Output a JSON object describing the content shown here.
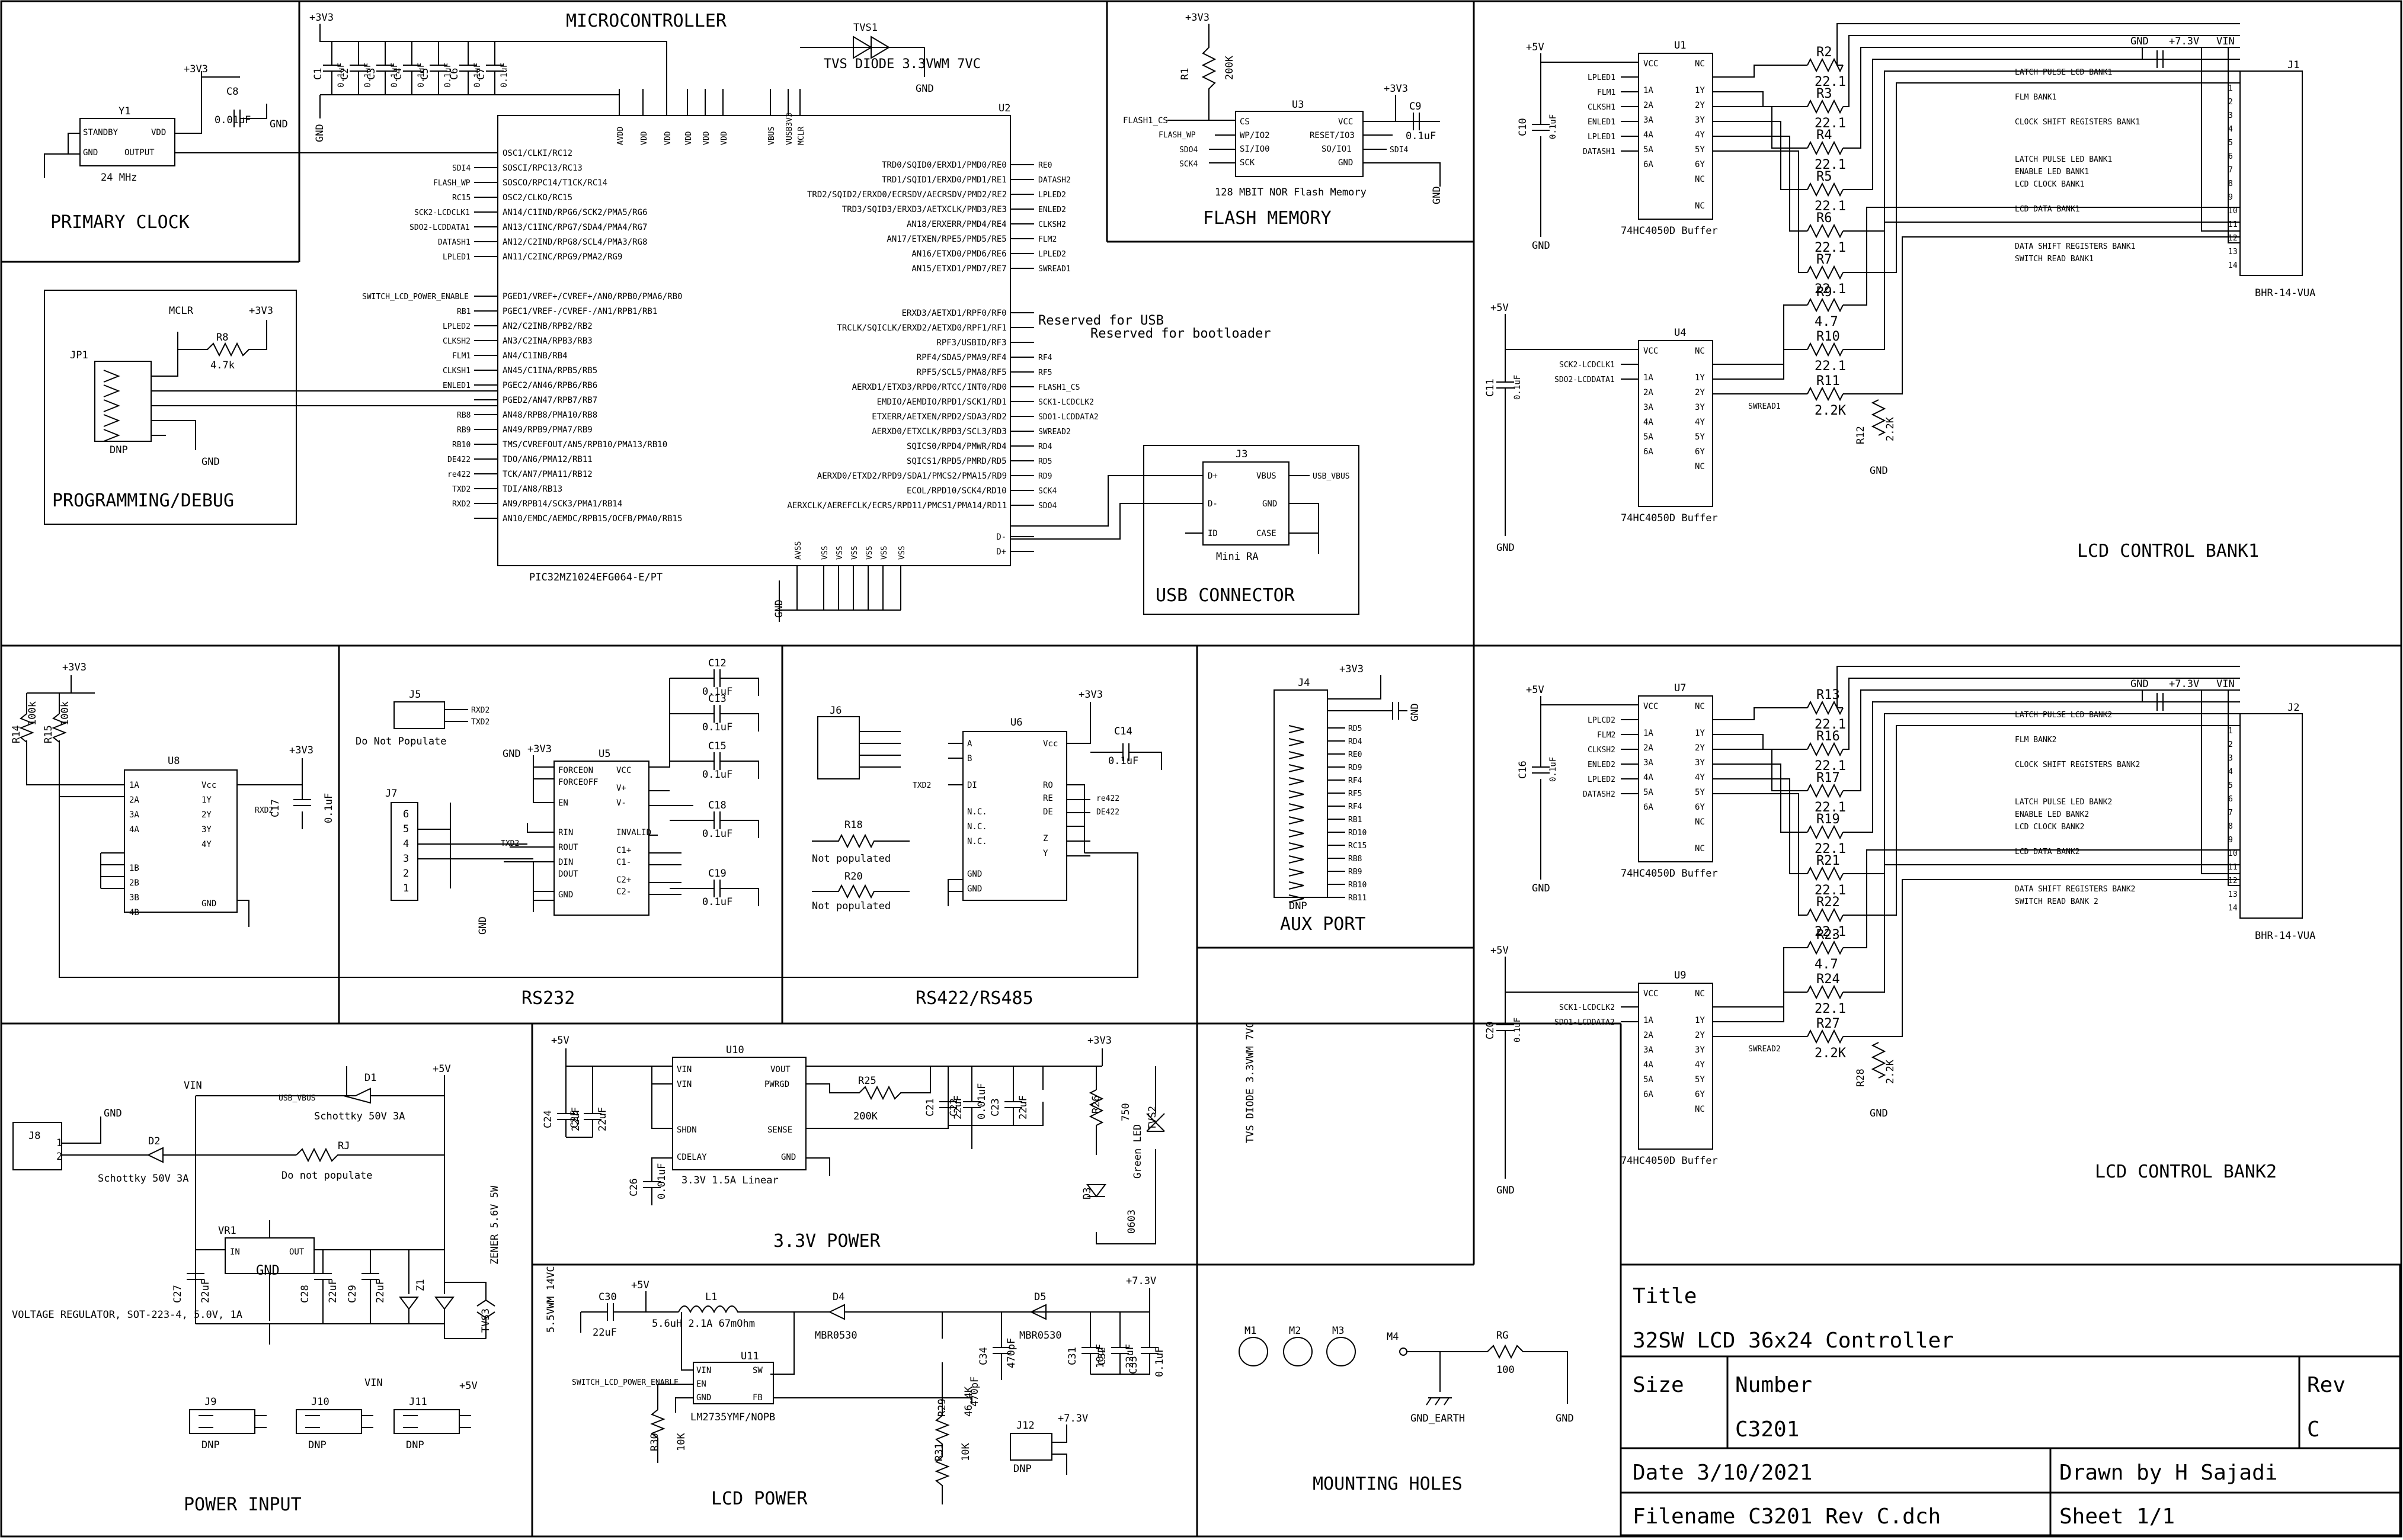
{
  "sections": {
    "primary_clock": "PRIMARY CLOCK",
    "microcontroller": "MICROCONTROLLER",
    "flash_memory": "FLASH MEMORY",
    "programming": "PROGRAMMING/DEBUG",
    "usb_connector": "USB CONNECTOR",
    "lcd_bank1": "LCD CONTROL BANK1",
    "lcd_bank2": "LCD CONTROL BANK2",
    "rs232": "RS232",
    "rs422": "RS422/RS485",
    "aux_port": "AUX PORT",
    "power_input": "POWER INPUT",
    "power_33": "3.3V POWER",
    "lcd_power": "LCD POWER",
    "mounting": "MOUNTING HOLES"
  },
  "clock": {
    "ref": "Y1",
    "pins": [
      "STANDBY",
      "GND",
      "VDD",
      "OUTPUT"
    ],
    "freq": "24 MHz",
    "cap": "C8",
    "cap_val": "0.01uF",
    "rail": "+3V3",
    "gnd": "GND"
  },
  "mcu": {
    "ref": "U2",
    "part": "PIC32MZ1024EFG064-E/PT",
    "rail": "+3V3",
    "caps": [
      "C1",
      "C2",
      "C3",
      "C4",
      "C5",
      "C6",
      "C7"
    ],
    "cap_val": "0.1uF",
    "top_pins": [
      "AVDD",
      "VDD",
      "VDD",
      "VDD",
      "VDD",
      "VDD",
      "VBUS",
      "VUSB3V3",
      "MCLR"
    ],
    "left_pins": [
      "OSC1/CLKI/RC12",
      "SOSCI/RPC13/RC13",
      "SOSCO/RPC14/T1CK/RC14",
      "OSC2/CLKO/RC15",
      "AN14/C1IND/RPG6/SCK2/PMA5/RG6",
      "AN13/C1INC/RPG7/SDA4/PMA4/RG7",
      "AN12/C2IND/RPG8/SCL4/PMA3/RG8",
      "AN11/C2INC/RPG9/PMA2/RG9",
      "PGED1/VREF+/CVREF+/AN0/RPB0/PMA6/RB0",
      "PGEC1/VREF-/CVREF-/AN1/RPB1/RB1",
      "AN2/C2INB/RPB2/RB2",
      "AN3/C2INA/RPB3/RB3",
      "AN4/C1INB/RB4",
      "AN45/C1INA/RPB5/RB5",
      "PGEC2/AN46/RPB6/RB6",
      "PGED2/AN47/RPB7/RB7",
      "AN48/RPB8/PMA10/RB8",
      "AN49/RPB9/PMA7/RB9",
      "TMS/CVREFOUT/AN5/RPB10/PMA13/RB10",
      "TDO/AN6/PMA12/RB11",
      "TCK/AN7/PMA11/RB12",
      "TDI/AN8/RB13",
      "AN9/RPB14/SCK3/PMA1/RB14",
      "AN10/EMDC/AEMDC/RPB15/OCFB/PMA0/RB15"
    ],
    "left_nets": [
      "",
      "SDI4",
      "FLASH_WP",
      "RC15",
      "SCK2-LCDCLK1",
      "SDO2-LCDDATA1",
      "DATASH1",
      "LPLED1",
      "SWITCH_LCD_POWER_ENABLE",
      "RB1",
      "LPLED2",
      "CLKSH2",
      "FLM1",
      "CLKSH1",
      "ENLED1",
      "",
      "RB8",
      "RB9",
      "RB10",
      "DE422",
      "re422",
      "TXD2",
      "RXD2",
      ""
    ],
    "right_pins": [
      "TRD0/SQID0/ERXD1/PMD0/RE0",
      "TRD1/SQID1/ERXD0/PMD1/RE1",
      "TRD2/SQID2/ERXD0/ECRSDV/AECRSDV/PMD2/RE2",
      "TRD3/SQID3/ERXD3/AETXCLK/PMD3/RE3",
      "AN18/ERXERR/PMD4/RE4",
      "AN17/ETXEN/RPE5/PMD5/RE5",
      "AN16/ETXD0/PMD6/RE6",
      "AN15/ETXD1/PMD7/RE7",
      "ERXD3/AETXD1/RPF0/RF0",
      "TRCLK/SQICLK/ERXD2/AETXD0/RPF1/RF1",
      "RPF3/USBID/RF3",
      "RPF4/SDA5/PMA9/RF4",
      "RPF5/SCL5/PMA8/RF5",
      "AERXD1/ETXD3/RPD0/RTCC/INT0/RD0",
      "EMDIO/AEMDIO/RPD1/SCK1/RD1",
      "ETXERR/AETXEN/RPD2/SDA3/RD2",
      "AERXD0/ETXCLK/RPD3/SCL3/RD3",
      "SQICS0/RPD4/PMWR/RD4",
      "SQICS1/RPD5/PMRD/RD5",
      "AERXD0/ETXD2/RPD9/SDA1/PMCS2/PMA15/RD9",
      "ECOL/RPD10/SCK4/RD10",
      "AERXCLK/AEREFCLK/ECRS/RPD11/PMCS1/PMA14/RD11",
      "D-",
      "D+"
    ],
    "right_nets": [
      "RE0",
      "DATASH2",
      "LPLED2",
      "ENLED2",
      "CLKSH2",
      "FLM2",
      "LPLED2",
      "SWREAD1",
      "",
      "",
      "",
      "RF4",
      "RF5",
      "FLASH1_CS",
      "SCK1-LCDCLK2",
      "SDO1-LCDDATA2",
      "SWREAD2",
      "RD4",
      "RD5",
      "RD9",
      "SCK4",
      "SDO4",
      "",
      ""
    ],
    "bottom_pins": [
      "AVSS",
      "VSS",
      "VSS",
      "VSS",
      "VSS",
      "VSS",
      "VSS"
    ],
    "notes": [
      "Reserved for USB",
      "Reserved for bootloader"
    ],
    "tvs": "TVS1",
    "tvs_val": "TVS DIODE 3.3VWM 7VC",
    "gnd": "GND"
  },
  "flash": {
    "ref": "U3",
    "part": "128 MBIT NOR Flash Memory",
    "pins": [
      "CS",
      "WP/IO2",
      "SI/IO0",
      "SCK",
      "VCC",
      "RESET/IO3",
      "SO/IO1",
      "GND"
    ],
    "nets": [
      "FLASH1_CS",
      "FLASH_WP",
      "SDO4",
      "SCK4",
      "SDI4"
    ],
    "r": "R1",
    "r_val": "200K",
    "cap": "C9",
    "cap_val": "0.1uF",
    "rail": "+3V3",
    "gnd": "GND"
  },
  "prog": {
    "ref": "JP1",
    "val": "DNP",
    "r": "R8",
    "r_val": "4.7k",
    "mclr": "MCLR",
    "rail": "+3V3",
    "gnd": "GND"
  },
  "usb": {
    "ref": "J3",
    "part": "Mini RA",
    "pins": [
      "D+",
      "VBUS",
      "D-",
      "GND",
      "ID",
      "CASE"
    ],
    "net": "USB_VBUS"
  },
  "bank1": {
    "rail5": "+5V",
    "rail33": "+7.3V",
    "vin": "VIN",
    "gnd": "GND",
    "u1": {
      "ref": "U1",
      "part": "74HC4050D Buffer",
      "cap": "C10",
      "cap_val": "0.1uF",
      "inputs": [
        "LPLED1",
        "FLM1",
        "CLKSH1",
        "ENLED1",
        "LPLED1",
        "DATASH1"
      ]
    },
    "u4": {
      "ref": "U4",
      "part": "74HC4050D Buffer",
      "cap": "C11",
      "cap_val": "0.1uF",
      "inputs": [
        "SCK2-LCDCLK1",
        "SDO2-LCDDATA1"
      ],
      "swread": "SWREAD1"
    },
    "resistors": [
      {
        "ref": "R2",
        "val": "22.1"
      },
      {
        "ref": "R3",
        "val": "22.1"
      },
      {
        "ref": "R4",
        "val": "22.1"
      },
      {
        "ref": "R5",
        "val": "22.1"
      },
      {
        "ref": "R6",
        "val": "22.1"
      },
      {
        "ref": "R7",
        "val": "22.1"
      },
      {
        "ref": "R9",
        "val": "4.7"
      },
      {
        "ref": "R10",
        "val": "22.1"
      },
      {
        "ref": "R11",
        "val": "2.2K"
      },
      {
        "ref": "R12",
        "val": "2.2K"
      }
    ],
    "conn": {
      "ref": "J1",
      "part": "BHR-14-VUA"
    },
    "signals": [
      "LATCH PULSE LCD BANK1",
      "FLM BANK1",
      "CLOCK SHIFT REGISTERS BANK1",
      "LATCH PULSE LED BANK1",
      "ENABLE LED BANK1",
      "LCD CLOCK BANK1",
      "LCD DATA BANK1",
      "DATA SHIFT REGISTERS BANK1",
      "SWITCH READ BANK1"
    ]
  },
  "bank2": {
    "rail5": "+5V",
    "rail33": "+7.3V",
    "vin": "VIN",
    "gnd": "GND",
    "u7": {
      "ref": "U7",
      "part": "74HC4050D Buffer",
      "cap": "C16",
      "cap_val": "0.1uF",
      "inputs": [
        "LPLCD2",
        "FLM2",
        "CLKSH2",
        "ENLED2",
        "LPLED2",
        "DATASH2"
      ]
    },
    "u9": {
      "ref": "U9",
      "part": "74HC4050D Buffer",
      "cap": "C20",
      "cap_val": "0.1uF",
      "inputs": [
        "SCK1-LCDCLK2",
        "SDO1-LCDDATA2"
      ],
      "swread": "SWREAD2"
    },
    "resistors": [
      {
        "ref": "R13",
        "val": "22.1"
      },
      {
        "ref": "R16",
        "val": "22.1"
      },
      {
        "ref": "R17",
        "val": "22.1"
      },
      {
        "ref": "R19",
        "val": "22.1"
      },
      {
        "ref": "R21",
        "val": "22.1"
      },
      {
        "ref": "R22",
        "val": "22.1"
      },
      {
        "ref": "R23",
        "val": "4.7"
      },
      {
        "ref": "R24",
        "val": "22.1"
      },
      {
        "ref": "R27",
        "val": "2.2K"
      },
      {
        "ref": "R28",
        "val": "2.2K"
      }
    ],
    "conn": {
      "ref": "J2",
      "part": "BHR-14-VUA"
    },
    "signals": [
      "LATCH PULSE LCD BANK2",
      "FLM BANK2",
      "CLOCK SHIFT REGISTERS BANK2",
      "LATCH PULSE LED BANK2",
      "ENABLE LED BANK2",
      "LCD CLOCK BANK2",
      "LCD DATA BANK2",
      "DATA SHIFT REGISTERS BANK2",
      "SWITCH READ BANK 2"
    ]
  },
  "u8": {
    "ref": "U8",
    "pins_l": [
      "1A",
      "2A",
      "3A",
      "4A",
      "1B",
      "2B",
      "3B",
      "4B"
    ],
    "pins_r": [
      "Vcc",
      "1Y",
      "2Y",
      "3Y",
      "4Y",
      "GND"
    ],
    "r1": "R14",
    "r1_val": "100k",
    "r2": "R15",
    "r2_val": "100k",
    "cap": "C17",
    "cap_val": "0.1uF",
    "net": "RXD2",
    "rail": "+3V3"
  },
  "rs232": {
    "j5": "J5",
    "j5_note": "Do Not Populate",
    "j7": "J7",
    "ref": "U5",
    "pins_l": [
      "FORCEON",
      "FORCEOFF",
      "EN",
      "RIN",
      "ROUT",
      "DIN",
      "DOUT",
      "GND"
    ],
    "pins_r": [
      "VCC",
      "V+",
      "V-",
      "INVALID",
      "C1+",
      "C1-",
      "C2+",
      "C2-"
    ],
    "caps": [
      {
        "ref": "C12",
        "val": "0.1uF"
      },
      {
        "ref": "C13",
        "val": "0.1uF"
      },
      {
        "ref": "C15",
        "val": "0.1uF"
      },
      {
        "ref": "C18",
        "val": "0.1uF"
      },
      {
        "ref": "C19",
        "val": "0.1uF"
      }
    ],
    "nets": [
      "RXD2",
      "TXD2"
    ],
    "rail": "+3V3"
  },
  "rs422": {
    "j6": "J6",
    "ref": "U6",
    "pins_l": [
      "A",
      "B",
      "DI",
      "N.C.",
      "N.C.",
      "N.C.",
      "GND",
      "GND"
    ],
    "pins_r": [
      "Vcc",
      "RO",
      "RE",
      "DE",
      "Z",
      "Y"
    ],
    "nets": [
      "TXD2",
      "re422",
      "DE422"
    ],
    "r18": "R18",
    "r20": "R20",
    "np": "Not populated",
    "cap": "C14",
    "cap_val": "0.1uF",
    "rail": "+3V3"
  },
  "aux": {
    "ref": "J4",
    "val": "DNP",
    "nets": [
      "RD5",
      "RD4",
      "RE0",
      "RD9",
      "RF4",
      "RF5",
      "RF4",
      "RB1",
      "RD10",
      "RC15",
      "RB8",
      "RB9",
      "RB10",
      "RB11"
    ],
    "rail": "+3V3"
  },
  "power_in": {
    "j8": "J8",
    "d1": "D1",
    "d1_val": "Schottky 50V 3A",
    "d2": "D2",
    "d2_val": "Schottky 50V 3A",
    "rj": "RJ",
    "rj_val": "Do not populate",
    "vr": "VR1",
    "vr_pins": [
      "IN",
      "GND",
      "OUT"
    ],
    "vr_val": "VOLTAGE REGULATOR, SOT-223-4, 5.0V, 1A",
    "caps": [
      {
        "ref": "C27",
        "val": "22uF"
      },
      {
        "ref": "C28",
        "val": "22uF"
      },
      {
        "ref": "C29",
        "val": "22uF"
      }
    ],
    "z1": "Z1",
    "z1_val": "ZENER 5.6V 5W",
    "tvs3": "TVS3",
    "tvs3_val": "5.5VWM 14VC",
    "vin": "VIN",
    "vbus": "USB_VBUS",
    "rail5": "+5V",
    "jumpers": [
      "J9",
      "J10",
      "J11"
    ],
    "dnp": "DNP"
  },
  "p33": {
    "ref": "U10",
    "pins_l": [
      "VIN",
      "VIN",
      "SHDN",
      "CDELAY"
    ],
    "pins_r": [
      "VOUT",
      "PWRGD",
      "SENSE",
      "GND"
    ],
    "part": "3.3V 1.5A Linear",
    "r25": "R25",
    "r25_val": "200K",
    "r26": "R26",
    "r26_val": "750",
    "d3": "D3",
    "d3_val": "Green LED",
    "d3_pkg": "0603",
    "tvs2": "TVS2",
    "tvs2_val": "TVS DIODE 3.3VWM 7VC",
    "caps": [
      {
        "ref": "C24",
        "val": "22uF"
      },
      {
        "ref": "C25",
        "val": "22uF"
      },
      {
        "ref": "C26",
        "val": "0.01uF"
      },
      {
        "ref": "C21",
        "val": "22uF"
      },
      {
        "ref": "C22",
        "val": "0.01uF"
      },
      {
        "ref": "C23",
        "val": "22uF"
      }
    ],
    "vin": "+5V",
    "vout": "+3V3"
  },
  "lcdp": {
    "ref": "U11",
    "part": "LM2735YMF/NOPB",
    "pins": [
      "VIN",
      "EN",
      "GND",
      "SW",
      "FB"
    ],
    "l1": "L1",
    "l1_val": "5.6uH 2.1A 67mOhm",
    "d4": "D4",
    "d4_val": "MBR0530",
    "d5": "D5",
    "d5_val": "MBR0530",
    "r29": "R29",
    "r29_val": "46.4K",
    "r30": "R30",
    "r30_val": "10K",
    "r31": "R31",
    "r31_val": "10K",
    "caps": [
      {
        "ref": "C30",
        "val": "22uF"
      },
      {
        "ref": "C34",
        "val": "470pF"
      },
      {
        "ref": "C31",
        "val": "10uF"
      },
      {
        "ref": "C32",
        "val": "22uF"
      },
      {
        "ref": "C33",
        "val": "0.1uF"
      }
    ],
    "net": "SWITCH_LCD_POWER_ENABLE",
    "vin": "+5V",
    "vout": "+7.3V",
    "j12": "J12",
    "dnp": "DNP"
  },
  "holes": {
    "m": [
      "M1",
      "M2",
      "M3",
      "M4"
    ],
    "rg": "RG",
    "rg_val": "100",
    "earth": "GND_EARTH",
    "gnd": "GND"
  },
  "title_block": {
    "title_label": "Title",
    "title": "32SW LCD 36x24 Controller",
    "size_label": "Size",
    "number_label": "Number",
    "number": "C3201",
    "rev_label": "Rev",
    "rev": "C",
    "date": "Date 3/10/2021",
    "drawn": "Drawn by H Sajadi",
    "filename": "Filename C3201 Rev C.dch",
    "sheet": "Sheet 1/1"
  }
}
